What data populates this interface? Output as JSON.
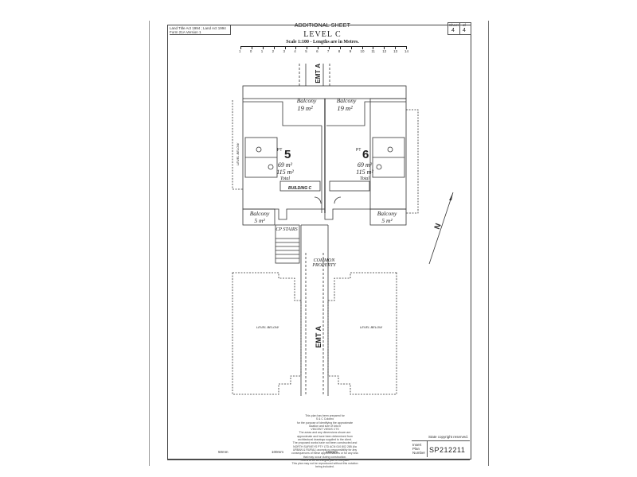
{
  "header": {
    "act_line1": "Land Title Act 1994 ; Land Act 1994",
    "act_line2": "Form 21A Version 1",
    "sheet_type": "ADDITIONAL SHEET",
    "level": "LEVEL C",
    "scale_text": "Scale 1:100 - Lengths are in Metres.",
    "sheet_label": "Sheet",
    "sheet_number": "4",
    "sheet_of": "of",
    "sheet_total": "4"
  },
  "scale_bar": {
    "ticks": [
      "1",
      "0",
      "1",
      "2",
      "3",
      "4",
      "5",
      "6",
      "7",
      "8",
      "9",
      "10",
      "11",
      "12",
      "13",
      "14"
    ]
  },
  "plan": {
    "easement_top": "EMT A",
    "easement_bottom": "EMT A",
    "building": "BUILDING C",
    "level_below": "LEVEL BELOW",
    "stairs": "CP STAIRS",
    "common_property": "COMMON PROPERTY",
    "lot5": {
      "prefix": "PT",
      "number": "5",
      "area": "69 m²",
      "total_area": "115 m²",
      "total_label": "Total"
    },
    "lot6": {
      "prefix": "PT",
      "number": "6",
      "area": "69 m²",
      "total_area": "115 m²",
      "total_label": "Total"
    },
    "balcony_label": "Balcony",
    "balcony_left": "19 m²",
    "balcony_right": "19 m²",
    "balcony_small_left": "5 m²",
    "balcony_small_right": "5 m²"
  },
  "footer": {
    "note_lines": [
      "This plan has been prepared for",
      "S & C Colobro",
      "for the purpose of identifying the approximate",
      "location and size of lots in",
      "VINCENT VIEWS CTS",
      "The areas and any dimensions shown are",
      "approximate and have been determined from",
      "architectural drawings supplied to the client.",
      "The proposed works have not been constructed and",
      "NORTH SURVEYS PTY LTD ACN 010 802 285 (t/a",
      "URBAN & RURAL) accepts no responsibility for any",
      "consequences of these approximations or for any loss",
      "that may occur during construction.",
      "This is to be an integral part of this plan.",
      "This plan may not be reproduced without this notation",
      "being included."
    ],
    "copyright": "State copyright reserved.",
    "plan_label1": "Insert",
    "plan_label2": "Plan",
    "plan_label3": "Number",
    "plan_number": "SP212211",
    "ruler_marks": [
      "50mm",
      "100mm",
      "150mm"
    ]
  },
  "colors": {
    "line": "#333333",
    "hatch": "#666666",
    "paper": "#ffffff"
  }
}
